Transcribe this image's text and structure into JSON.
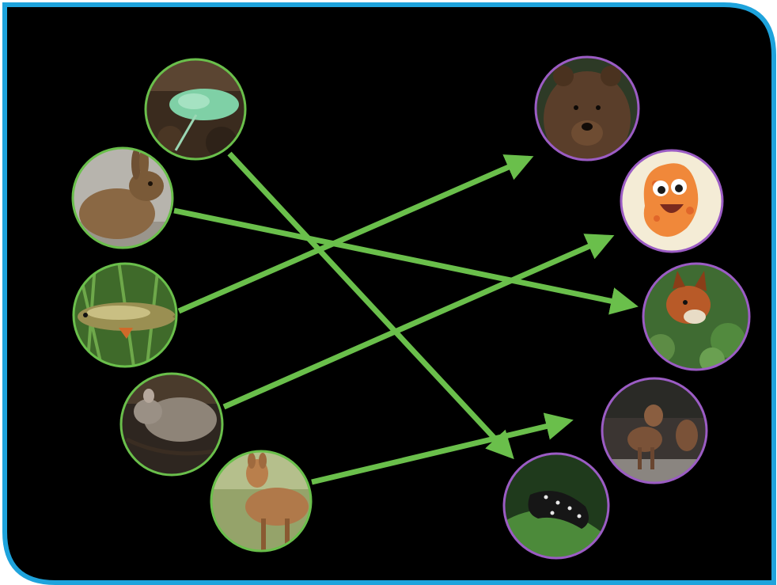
{
  "diagram": {
    "colors": {
      "background": "#000000",
      "frame_border": "#1ea3dc",
      "prey_ring": "#6abf4b",
      "predator_ring": "#9b5cc4",
      "arrow": "#6abf4b"
    },
    "prey": [
      {
        "id": "plant",
        "icon": "plant-seedling-photo"
      },
      {
        "id": "hare",
        "icon": "hare-photo"
      },
      {
        "id": "fish",
        "icon": "perch-fish-photo"
      },
      {
        "id": "mouse",
        "icon": "mouse-photo"
      },
      {
        "id": "deer",
        "icon": "roe-deer-photo"
      }
    ],
    "predators": [
      {
        "id": "bear",
        "icon": "brown-bear-photo"
      },
      {
        "id": "microbe",
        "icon": "cartoon-microbe-illustration"
      },
      {
        "id": "fox",
        "icon": "red-fox-photo"
      },
      {
        "id": "wolf",
        "icon": "wolf-photo"
      },
      {
        "id": "caterpillar",
        "icon": "caterpillar-photo"
      }
    ],
    "links": [
      {
        "from": "plant",
        "to": "caterpillar"
      },
      {
        "from": "hare",
        "to": "fox"
      },
      {
        "from": "fish",
        "to": "bear"
      },
      {
        "from": "mouse",
        "to": "microbe"
      },
      {
        "from": "deer",
        "to": "wolf"
      }
    ]
  }
}
